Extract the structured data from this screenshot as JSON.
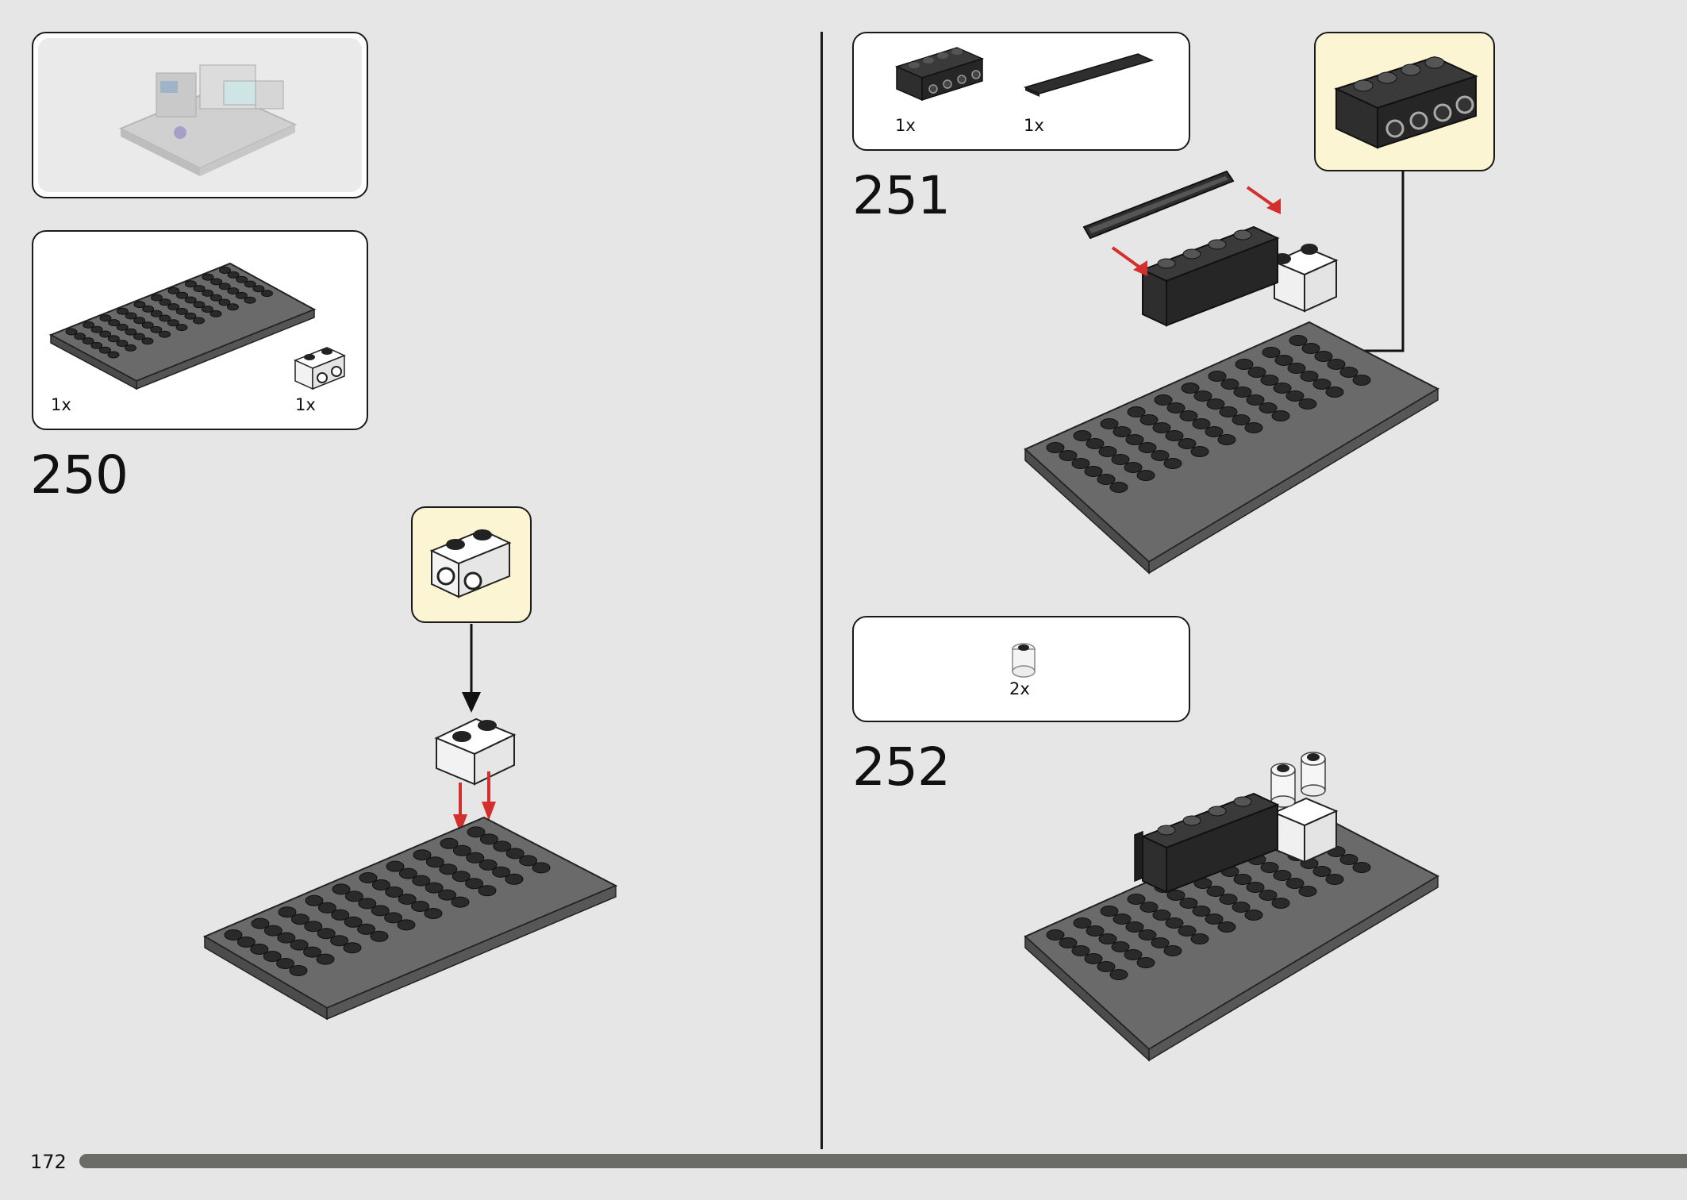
{
  "page": {
    "number": "172"
  },
  "steps": [
    {
      "number": "250",
      "parts": [
        {
          "qty": "1x",
          "part": "plate-6x10-dark-grey"
        },
        {
          "qty": "1x",
          "part": "brick-1x2-studs-on-side-white"
        }
      ]
    },
    {
      "number": "251",
      "parts": [
        {
          "qty": "1x",
          "part": "brick-1x4-studs-on-side-black"
        },
        {
          "qty": "1x",
          "part": "tile-1x6-black"
        }
      ]
    },
    {
      "number": "252",
      "parts": [
        {
          "qty": "2x",
          "part": "round-brick-1x1-transparent"
        }
      ]
    }
  ],
  "colors": {
    "page_bg": "#e6e6e6",
    "callout_bg": "#fbf5d3",
    "plate_grey": "#5e5e5e",
    "brick_black": "#2b2b2b",
    "arrow_red": "#d32f2f",
    "progress_bar": "#6b6b68"
  }
}
